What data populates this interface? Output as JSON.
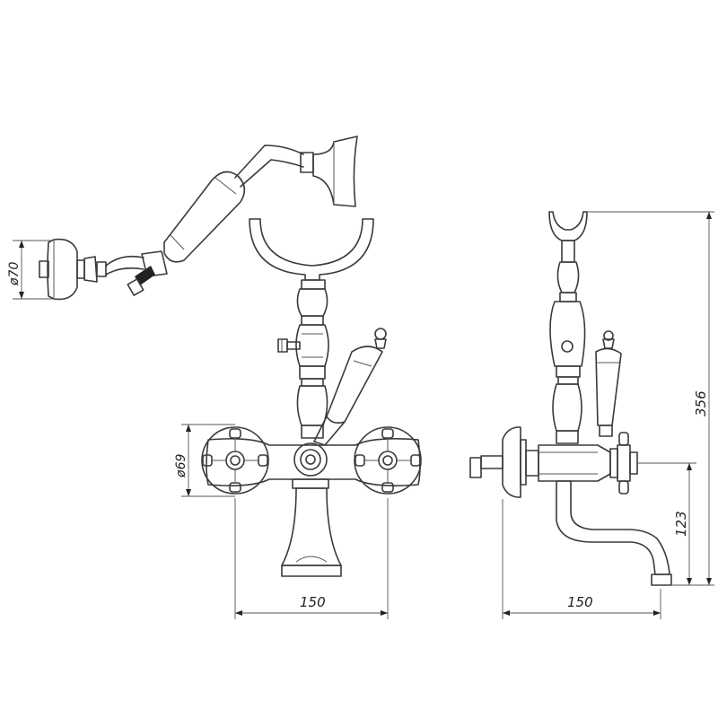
{
  "dimensions": {
    "handset_wall_dia": "ø70",
    "handle_flange_dia": "ø69",
    "front_width": "150",
    "side_width": "150",
    "total_height": "356",
    "spout_height": "123"
  }
}
